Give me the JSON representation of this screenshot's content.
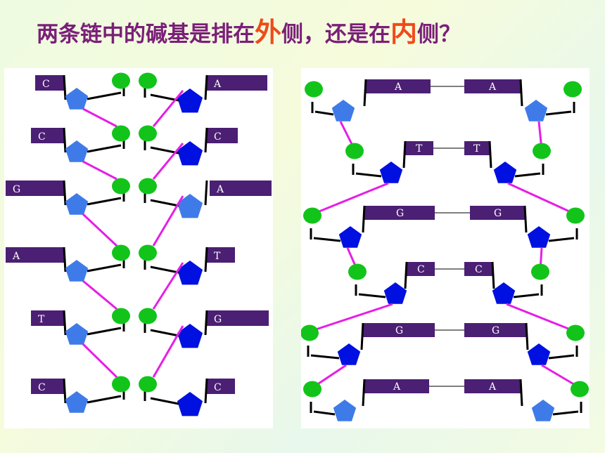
{
  "title": {
    "part1": "两条链中的碱基是排在",
    "highlight1": "外",
    "part2": "侧，还是在",
    "highlight2": "内",
    "part3": "侧？"
  },
  "colors": {
    "title": "#7a1f78",
    "highlight": "#f04a1a",
    "base_box": "#4b1f73",
    "phosphate": "#12c41a",
    "sugar_light": "#3f7be8",
    "sugar_dark": "#0010e0",
    "bond_line": "#e61ee6",
    "stem_line": "#000000",
    "pair_line": "#555555"
  },
  "left_diagram": {
    "left_bases": [
      "C",
      "C",
      "G",
      "A",
      "T",
      "C"
    ],
    "right_bases": [
      "A",
      "C",
      "A",
      "T",
      "G",
      "C"
    ]
  },
  "right_diagram": {
    "pairs": [
      [
        "A",
        "A"
      ],
      [
        "T",
        "T"
      ],
      [
        "G",
        "G"
      ],
      [
        "C",
        "C"
      ],
      [
        "G",
        "G"
      ],
      [
        "A",
        "A"
      ]
    ]
  }
}
